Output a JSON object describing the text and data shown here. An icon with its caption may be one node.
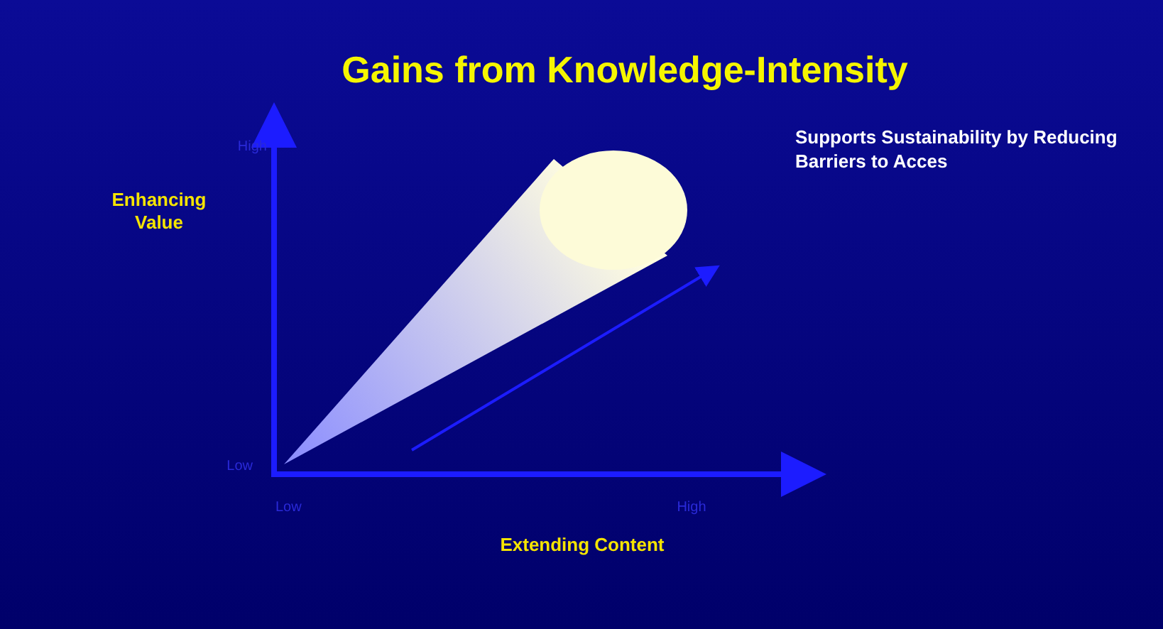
{
  "diagram": {
    "title": "Gains from Knowledge-Intensity",
    "labels": [
      "High",
      "Enhancing Value",
      "Supports Sustainability by Reducing Barriers to Acces",
      "Low",
      "Low",
      "High",
      "Extending Content"
    ]
  }
}
